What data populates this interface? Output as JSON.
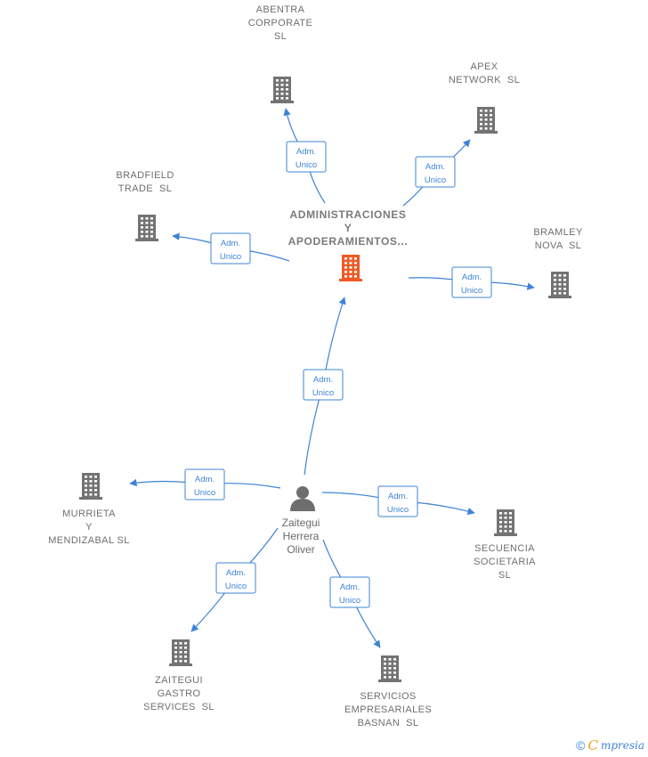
{
  "colors": {
    "edge": "#3d84d6",
    "company_icon": "#737373",
    "main_icon": "#ee5a24",
    "person_icon": "#6e6e6e"
  },
  "nodes": [
    {
      "id": "main",
      "kind": "company-main",
      "icon": "building-icon",
      "lines": [
        "ADMINISTRACIONES",
        "Y",
        "APODERAMIENTOS..."
      ]
    },
    {
      "id": "abentra",
      "kind": "company",
      "icon": "building-icon",
      "lines": [
        "ABENTRA",
        "CORPORATE",
        "SL"
      ]
    },
    {
      "id": "apex",
      "kind": "company",
      "icon": "building-icon",
      "lines": [
        "APEX",
        "NETWORK  SL"
      ]
    },
    {
      "id": "bradfield",
      "kind": "company",
      "icon": "building-icon",
      "lines": [
        "BRADFIELD",
        "TRADE  SL"
      ]
    },
    {
      "id": "bramley",
      "kind": "company",
      "icon": "building-icon",
      "lines": [
        "BRAMLEY",
        "NOVA  SL"
      ]
    },
    {
      "id": "person",
      "kind": "person",
      "icon": "person-icon",
      "lines": [
        "Zaitegui",
        "Herrera",
        "Oliver"
      ]
    },
    {
      "id": "murrieta",
      "kind": "company",
      "icon": "building-icon",
      "lines": [
        "MURRIETA",
        "Y",
        "MENDIZABAL SL"
      ]
    },
    {
      "id": "secuencia",
      "kind": "company",
      "icon": "building-icon",
      "lines": [
        "SECUENCIA",
        "SOCIETARIA",
        "SL"
      ]
    },
    {
      "id": "gastro",
      "kind": "company",
      "icon": "building-icon",
      "lines": [
        "ZAITEGUI",
        "GASTRO",
        "SERVICES  SL"
      ]
    },
    {
      "id": "basnan",
      "kind": "company",
      "icon": "building-icon",
      "lines": [
        "SERVICIOS",
        "EMPRESARIALES",
        "BASNAN  SL"
      ]
    }
  ],
  "edges": [
    {
      "from": "main",
      "to": "abentra",
      "label": [
        "Adm.",
        "Unico"
      ]
    },
    {
      "from": "main",
      "to": "apex",
      "label": [
        "Adm.",
        "Unico"
      ]
    },
    {
      "from": "main",
      "to": "bradfield",
      "label": [
        "Adm.",
        "Unico"
      ]
    },
    {
      "from": "main",
      "to": "bramley",
      "label": [
        "Adm.",
        "Unico"
      ]
    },
    {
      "from": "person",
      "to": "main",
      "label": [
        "Adm.",
        "Unico"
      ]
    },
    {
      "from": "person",
      "to": "murrieta",
      "label": [
        "Adm.",
        "Unico"
      ]
    },
    {
      "from": "person",
      "to": "secuencia",
      "label": [
        "Adm.",
        "Unico"
      ]
    },
    {
      "from": "person",
      "to": "gastro",
      "label": [
        "Adm.",
        "Unico"
      ]
    },
    {
      "from": "person",
      "to": "basnan",
      "label": [
        "Adm.",
        "Unico"
      ]
    }
  ],
  "footer": {
    "copyright": "©",
    "brand_first": "C",
    "brand_rest": "mpresia"
  }
}
